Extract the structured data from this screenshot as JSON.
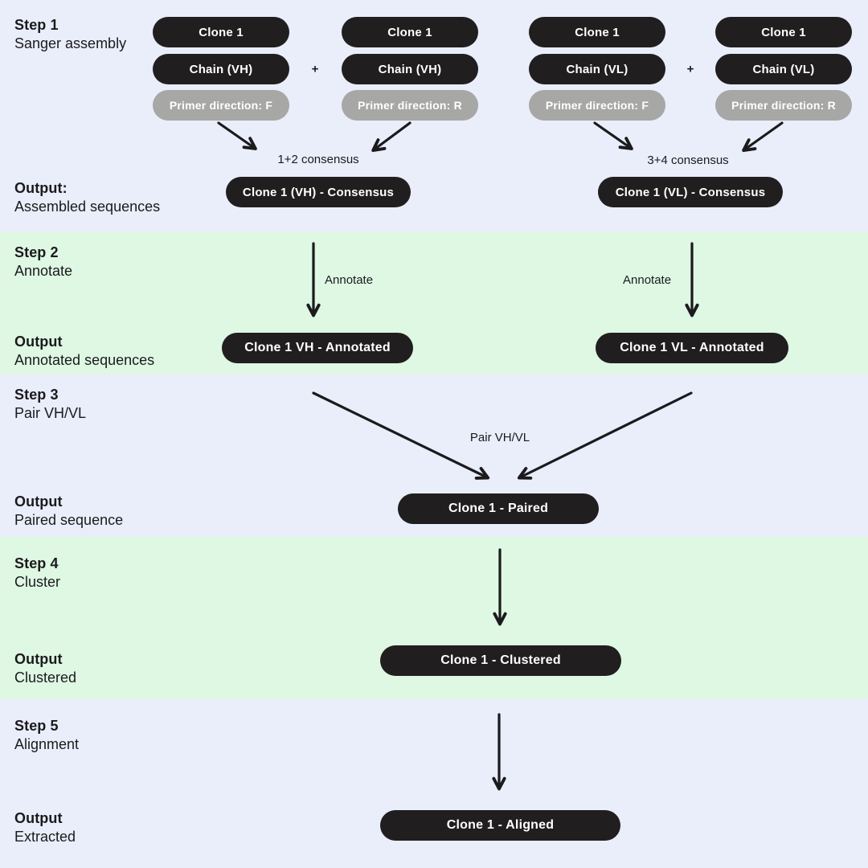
{
  "colors": {
    "bg_light": "#e9eefa",
    "bg_green": "#def8e3",
    "pill_dark": "#201e1f",
    "pill_gray": "#a7a7a5",
    "ink": "#1b1a1d"
  },
  "steps": {
    "step1": {
      "title": "Step 1",
      "subtitle": "Sanger assembly",
      "output_title": "Output:",
      "output_subtitle": "Assembled sequences"
    },
    "step2": {
      "title": "Step 2",
      "subtitle": "Annotate",
      "output_title": "Output",
      "output_subtitle": "Annotated sequences"
    },
    "step3": {
      "title": "Step 3",
      "subtitle": "Pair VH/VL",
      "output_title": "Output",
      "output_subtitle": "Paired sequence"
    },
    "step4": {
      "title": "Step 4",
      "subtitle": "Cluster",
      "output_title": "Output",
      "output_subtitle": "Clustered"
    },
    "step5": {
      "title": "Step 5",
      "subtitle": "Alignment",
      "output_title": "Output",
      "output_subtitle": "Extracted"
    }
  },
  "sanger_columns": [
    {
      "clone": "Clone 1",
      "chain": "Chain (VH)",
      "primer": "Primer direction: F"
    },
    {
      "clone": "Clone 1",
      "chain": "Chain (VH)",
      "primer": "Primer direction: R"
    },
    {
      "clone": "Clone 1",
      "chain": "Chain (VL)",
      "primer": "Primer direction: F"
    },
    {
      "clone": "Clone 1",
      "chain": "Chain (VL)",
      "primer": "Primer direction: R"
    }
  ],
  "plus_sign": "+",
  "labels": {
    "consensus_1": "1+2 consensus",
    "consensus_2": "3+4 consensus",
    "annotate": "Annotate",
    "pair": "Pair VH/VL"
  },
  "pills": {
    "consensus_vh": "Clone 1 (VH) - Consensus",
    "consensus_vl": "Clone 1 (VL) - Consensus",
    "annotated_vh": "Clone 1 VH - Annotated",
    "annotated_vl": "Clone 1 VL - Annotated",
    "paired": "Clone 1 - Paired",
    "clustered": "Clone 1 - Clustered",
    "aligned": "Clone 1 - Aligned"
  }
}
